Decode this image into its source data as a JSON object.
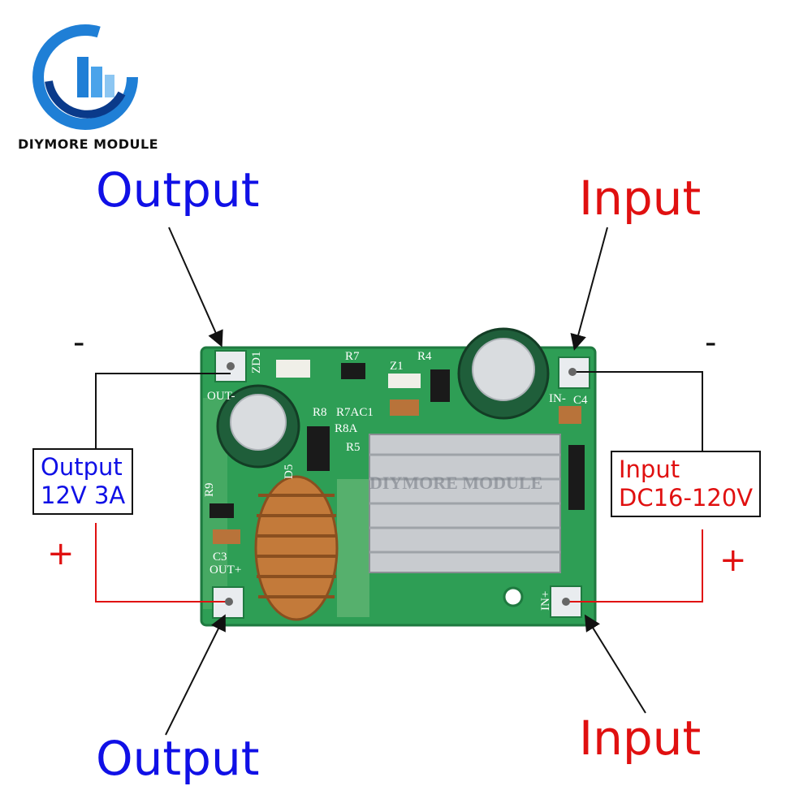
{
  "brand": {
    "name": "DIYMORE MODULE"
  },
  "labels": {
    "output_top": "Output",
    "output_bottom": "Output",
    "input_top": "Input",
    "input_bottom": "Input"
  },
  "polarity": {
    "left_minus": "-",
    "right_minus": "-",
    "left_plus": "+",
    "right_plus": "+"
  },
  "output_spec": {
    "line1": "Output",
    "line2": "12V 3A"
  },
  "input_spec": {
    "line1": "Input",
    "line2": "DC16-120V"
  },
  "board": {
    "silkscreen": {
      "zd1": "ZD1",
      "r7": "R7",
      "z1": "Z1",
      "r4": "R4",
      "out_minus": "OUT-",
      "r8": "R8",
      "r7ac1": "R7AC1",
      "r8a": "R8A",
      "r5": "R5",
      "d5": "D5",
      "r9": "R9",
      "c3": "C3",
      "out_plus": "OUT+",
      "in_minus": "IN-",
      "c4": "C4",
      "in_plus": "IN+",
      "watermark": "DIYMORE MODULE"
    }
  },
  "colors": {
    "output_text": "#1010e6",
    "input_text": "#e01010",
    "pcb_green": "#2e9e55",
    "negative_wire": "#111111",
    "positive_wire": "#e01010"
  }
}
